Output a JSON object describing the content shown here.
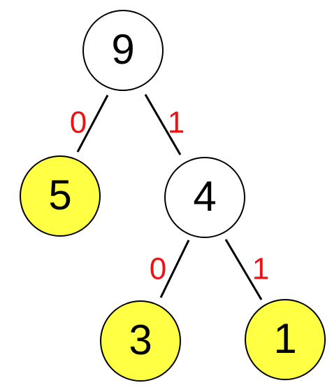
{
  "colors": {
    "leaf_fill": "#ffff44",
    "internal_fill": "#ffffff",
    "stroke": "#000000",
    "edge_label": "#ee1111"
  },
  "nodes": [
    {
      "id": "root",
      "value": "9",
      "kind": "internal"
    },
    {
      "id": "leaf-5",
      "value": "5",
      "kind": "leaf"
    },
    {
      "id": "node-4",
      "value": "4",
      "kind": "internal"
    },
    {
      "id": "leaf-3",
      "value": "3",
      "kind": "leaf"
    },
    {
      "id": "leaf-1",
      "value": "1",
      "kind": "leaf"
    }
  ],
  "edges": [
    {
      "from": "root",
      "to": "leaf-5",
      "bit": "0"
    },
    {
      "from": "root",
      "to": "node-4",
      "bit": "1"
    },
    {
      "from": "node-4",
      "to": "leaf-3",
      "bit": "0"
    },
    {
      "from": "node-4",
      "to": "leaf-1",
      "bit": "1"
    }
  ]
}
